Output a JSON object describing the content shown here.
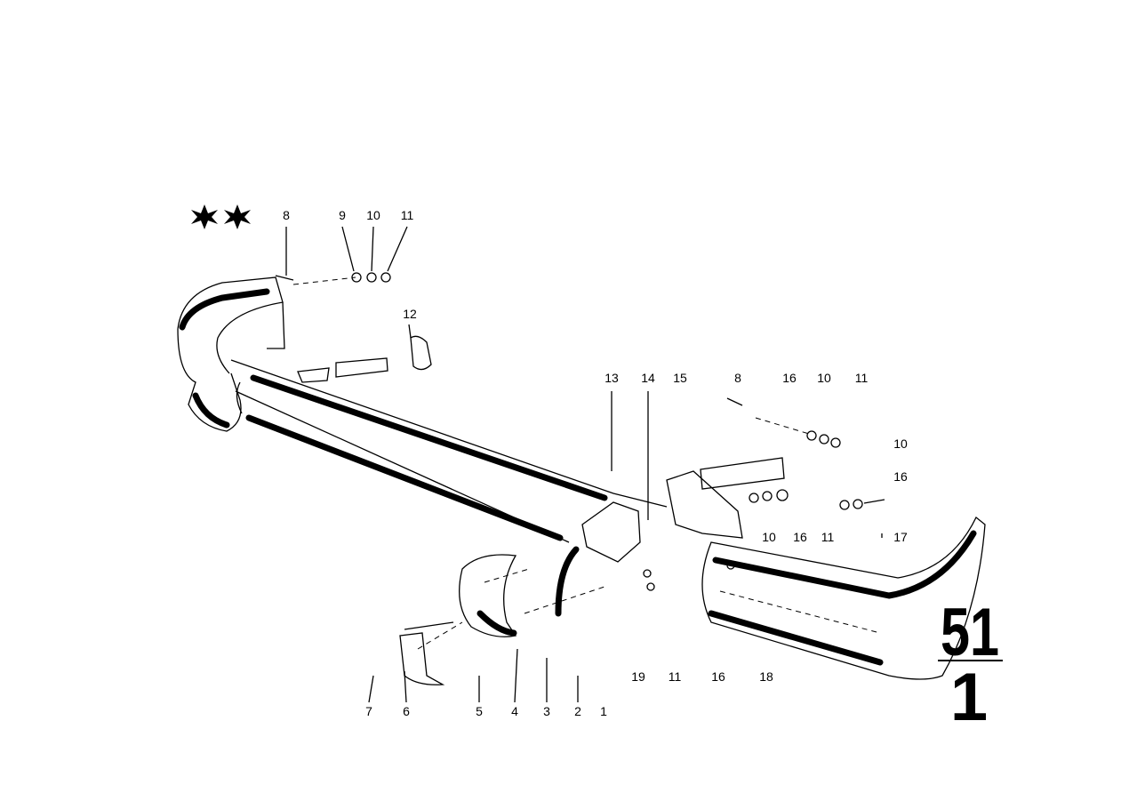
{
  "diagram": {
    "group_number": "51",
    "sub_group_number": "1",
    "markers": [
      "star-icon",
      "star-icon"
    ],
    "callouts_top_left": [
      "8",
      "9",
      "10",
      "11",
      "12"
    ],
    "callouts_right_top": [
      "13",
      "14",
      "15",
      "8",
      "16",
      "10",
      "11"
    ],
    "callouts_right_side": [
      "10",
      "16",
      "10",
      "16",
      "11",
      "17"
    ],
    "callouts_bottom_right": [
      "19",
      "11",
      "16",
      "18"
    ],
    "callouts_bottom_left": [
      "7",
      "6",
      "5",
      "4",
      "3",
      "2",
      "1"
    ]
  }
}
